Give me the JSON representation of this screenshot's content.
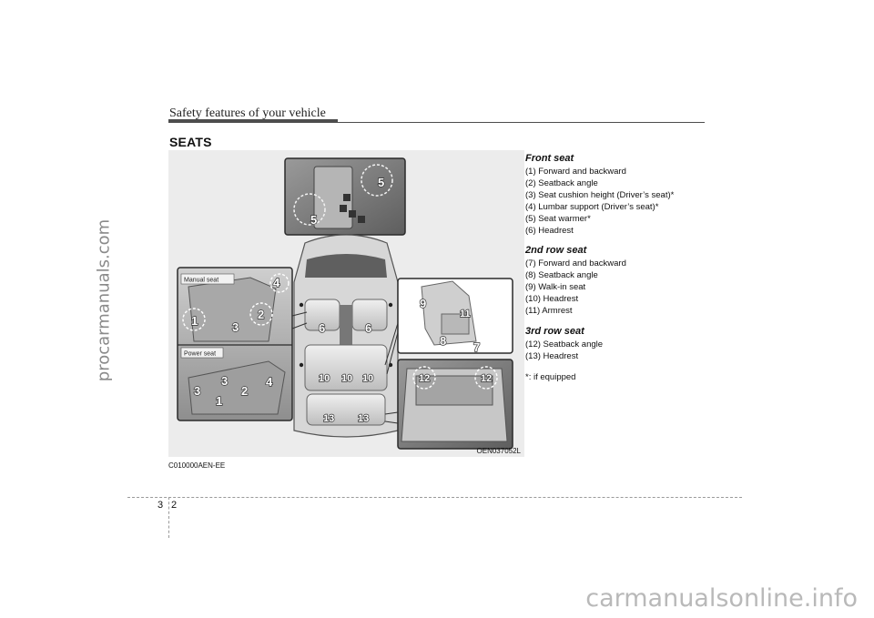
{
  "watermarks": {
    "side": "procarmanuals.com",
    "bottom": "carmanualsonline.info"
  },
  "header": {
    "title": "Safety features of your vehicle"
  },
  "section": {
    "title": "SEATS"
  },
  "figure": {
    "code": "OEN037052L",
    "labels": {
      "manual_seat": "Manual seat",
      "power_seat": "Power seat"
    },
    "callouts": {
      "n1": "1",
      "n2": "2",
      "n3": "3",
      "n4": "4",
      "n5": "5",
      "n6": "6",
      "n7": "7",
      "n8": "8",
      "n9": "9",
      "n10": "10",
      "n11": "11",
      "n12": "12",
      "n13": "13"
    }
  },
  "doc_code": "C010000AEN-EE",
  "groups": {
    "front": {
      "title": "Front seat",
      "items": [
        "(1) Forward and backward",
        "(2) Seatback angle",
        "(3) Seat cushion height (Driver’s seat)*",
        "(4) Lumbar support (Driver’s seat)*",
        "(5) Seat warmer*",
        "(6) Headrest"
      ]
    },
    "second": {
      "title": "2nd row seat",
      "items": [
        "(7) Forward and backward",
        "(8) Seatback angle",
        "(9) Walk-in seat",
        "(10) Headrest",
        "(11) Armrest"
      ]
    },
    "third": {
      "title": "3rd row seat",
      "items": [
        "(12) Seatback angle",
        "(13) Headrest"
      ]
    },
    "footnote": "*: if equipped"
  },
  "footer": {
    "chapter": "3",
    "page": "2"
  }
}
